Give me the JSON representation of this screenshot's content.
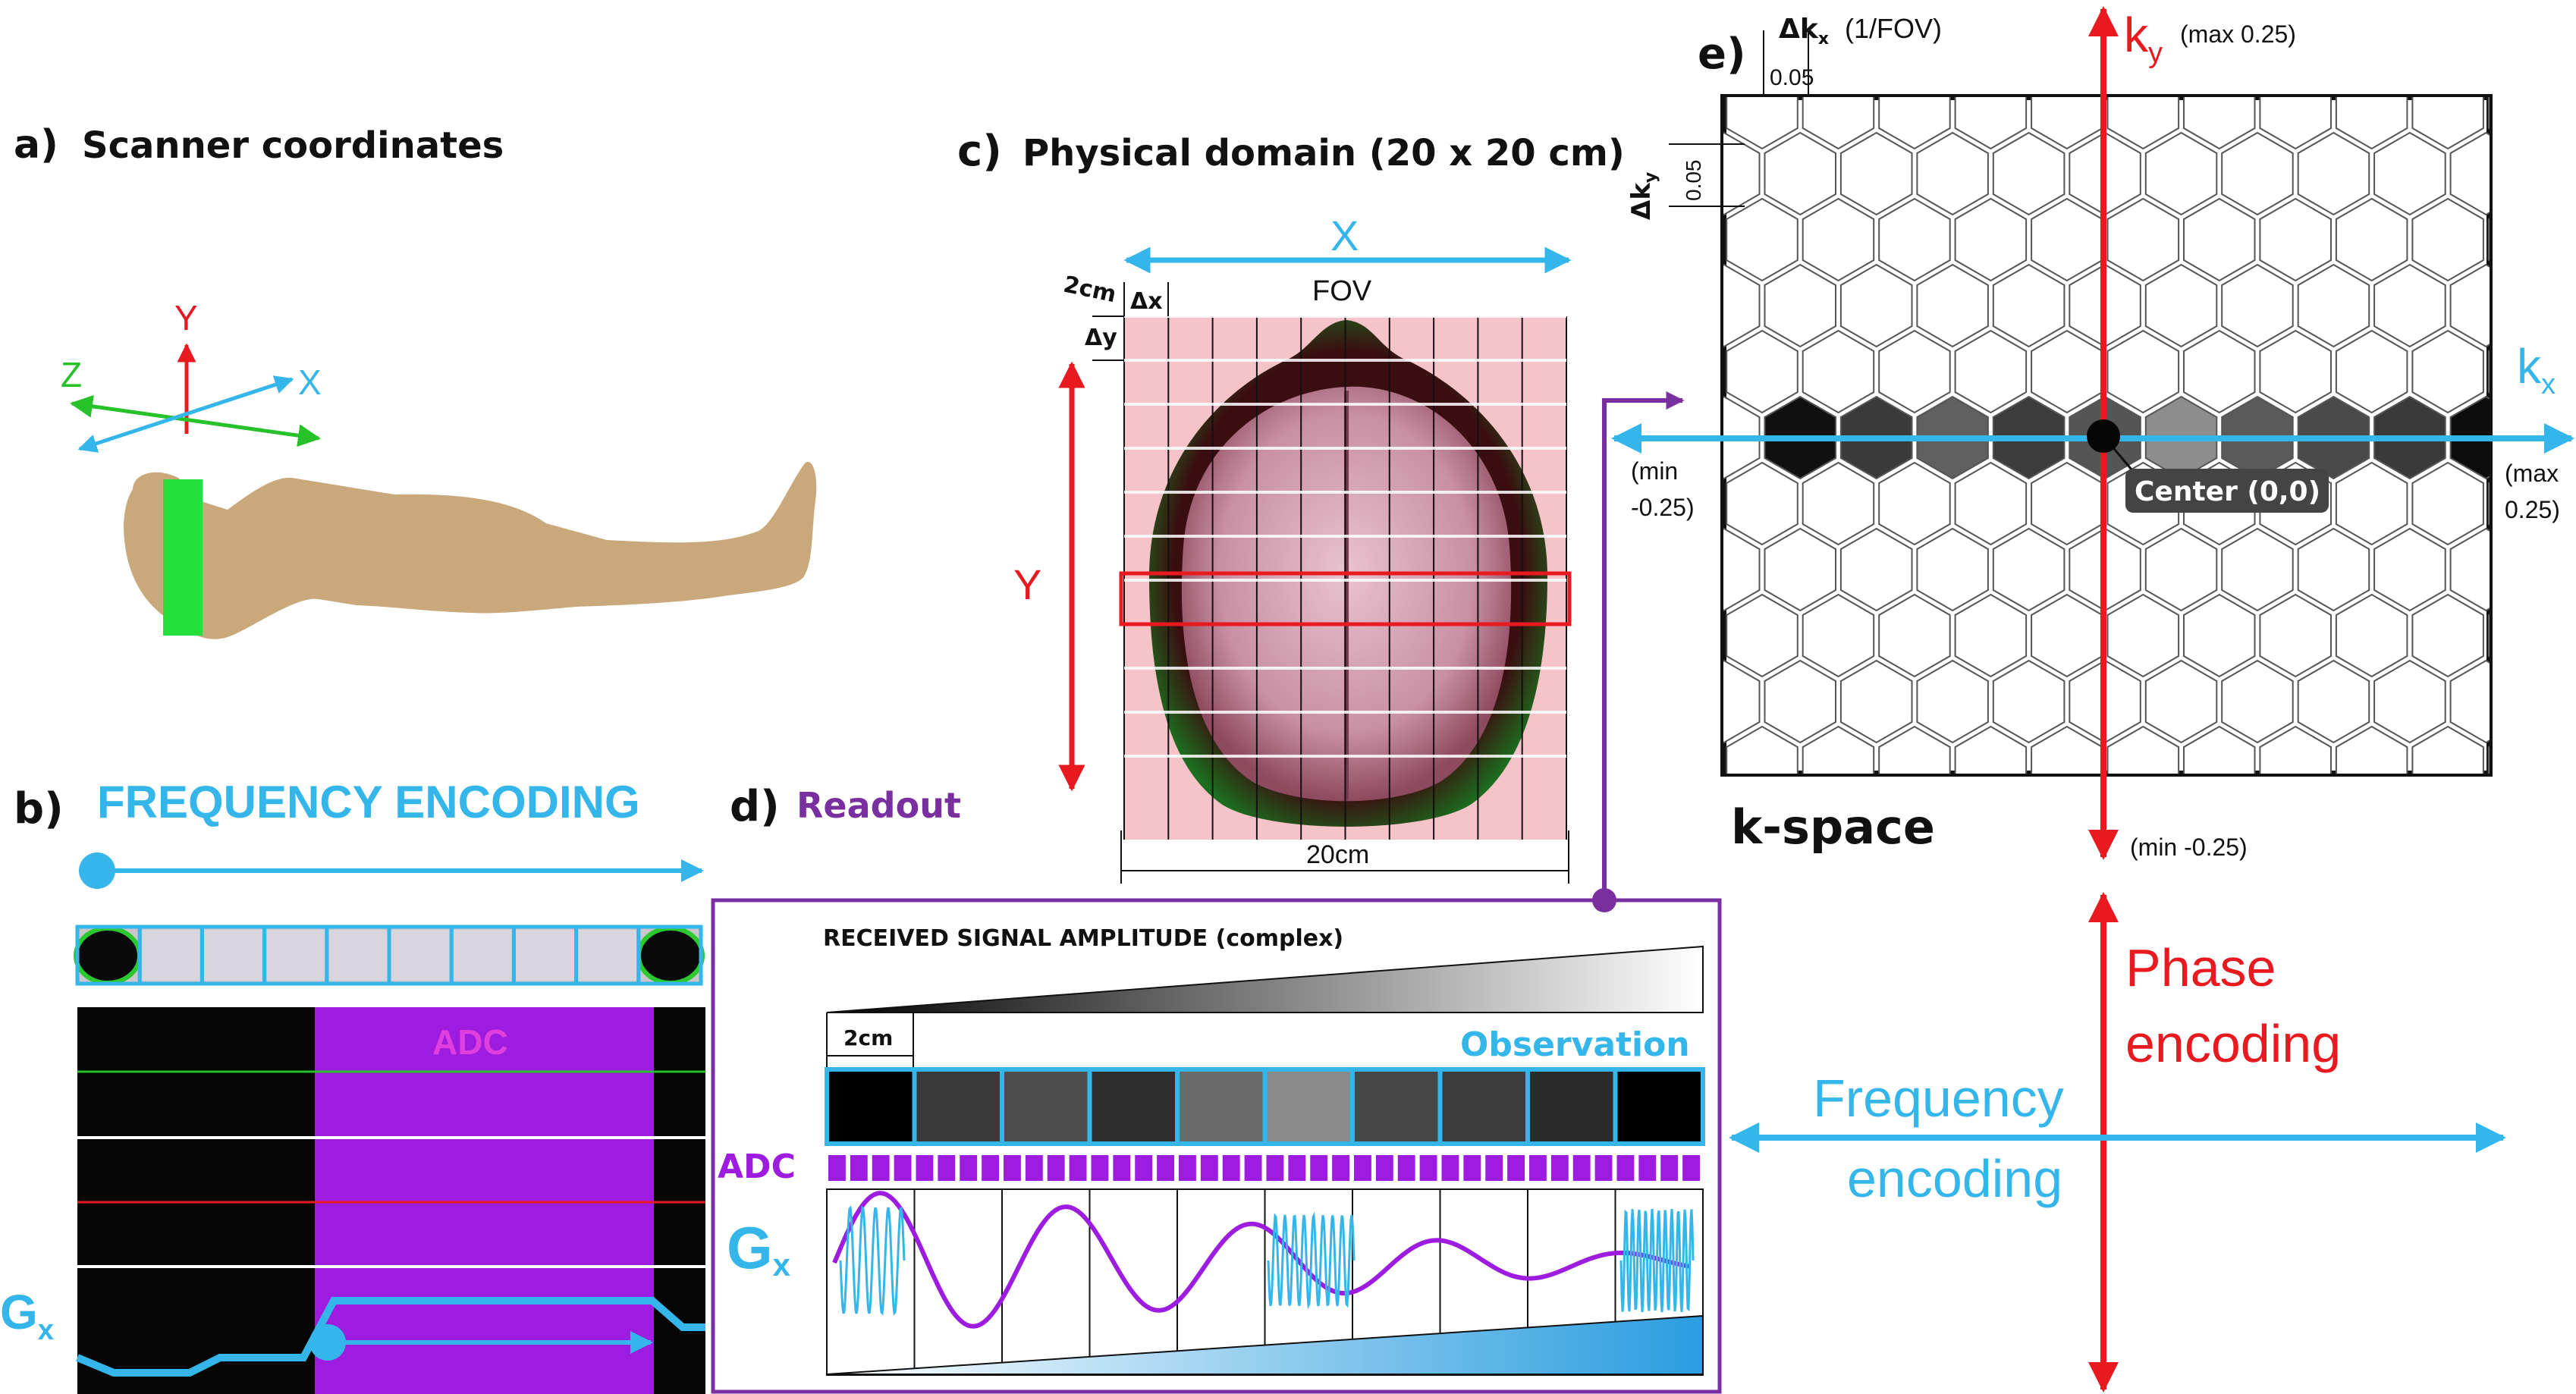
{
  "panel_a": {
    "letter": "a)",
    "title": "Scanner coordinates",
    "axis_y": "Y",
    "axis_z": "Z",
    "axis_x": "X"
  },
  "panel_b": {
    "letter": "b)",
    "title": "FREQUENCY ENCODING",
    "adc": "ADC",
    "gx_G": "G",
    "gx_sub": "x"
  },
  "panel_c": {
    "letter": "c)",
    "title": "Physical domain (20 x 20 cm)",
    "x_label": "X",
    "fov": "FOV",
    "y_label": "Y",
    "two_cm": "2cm",
    "dx": "Δx",
    "dy": "Δy",
    "twenty_cm": "20cm"
  },
  "panel_d": {
    "letter": "d)",
    "title": "Readout",
    "signal_title": "RECEIVED SIGNAL AMPLITUDE  (complex)",
    "two_cm": "2cm",
    "observation": "Observation",
    "adc": "ADC",
    "gx_G": "G",
    "gx_sub": "x",
    "observation_gray": [
      "#000000",
      "#3a3a3a",
      "#4d4d4d",
      "#2e2e2e",
      "#6a6a6a",
      "#8a8a8a",
      "#474747",
      "#3c3c3c",
      "#2b2b2b",
      "#000000"
    ]
  },
  "panel_e": {
    "letter": "e)",
    "dkx": "Δk",
    "dkx_sub": "x",
    "dkx_unit": "(1/FOV)",
    "dkx_val": "0.05",
    "dky": "Δk",
    "dky_sub": "y",
    "dky_val": "0.05",
    "ky": "k",
    "ky_sub": "y",
    "ky_max": "(max 0.25)",
    "ky_min": "(min -0.25)",
    "kx": "k",
    "kx_sub": "x",
    "kx_min_1": "(min",
    "kx_min_2": "-0.25)",
    "kx_max_1": "(max",
    "kx_max_2": "0.25)",
    "center": "Center (0,0)",
    "kspace": "k-space",
    "row_gray": [
      "#101010",
      "#3a3a3a",
      "#606060",
      "#3c3c3c",
      "#555555",
      "#8d8d8d",
      "#5a5a5a",
      "#4a4a4a",
      "#3a3a3a",
      "#0c0c0c"
    ]
  },
  "legend": {
    "phase_1": "Phase",
    "phase_2": "encoding",
    "freq_1": "Frequency",
    "freq_2": "encoding"
  },
  "colors": {
    "cyan": "#34b6ea",
    "red": "#e8191f",
    "purple": "#7a2fa0",
    "green": "#27c12a",
    "magenta": "#d63ad6",
    "adc_purple": "#9e1ce0",
    "body": "#c9a97c"
  }
}
